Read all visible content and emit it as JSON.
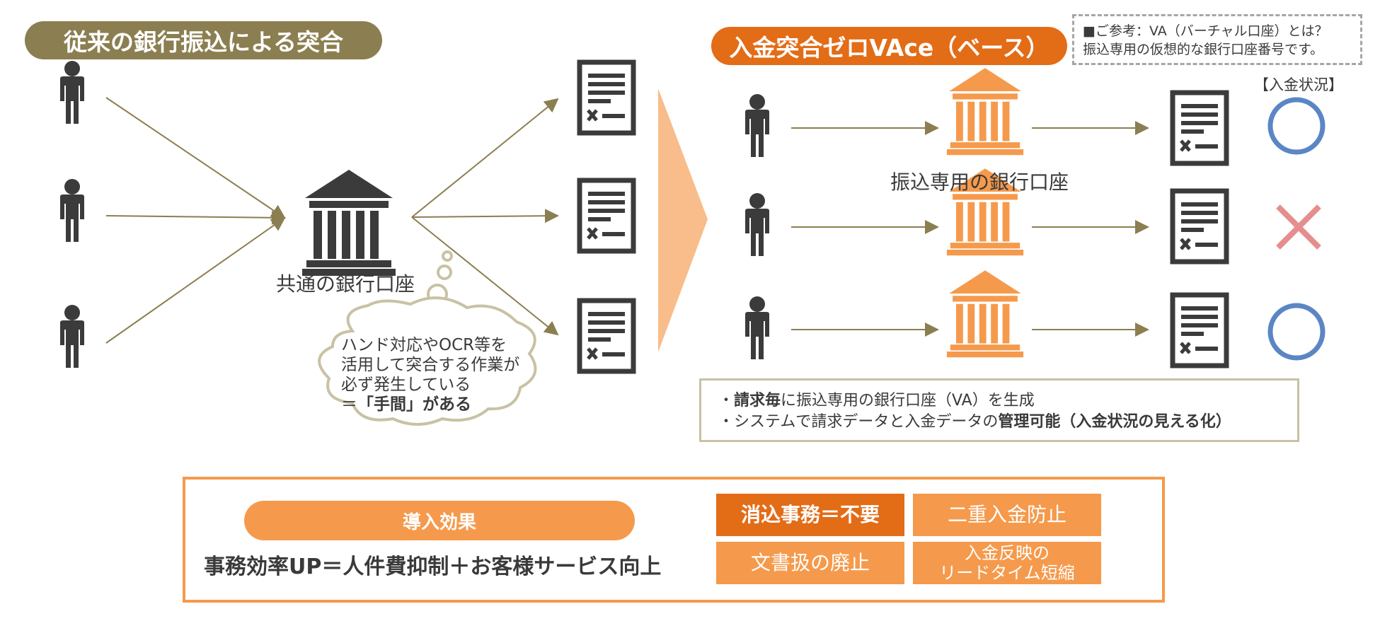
{
  "left": {
    "title": "従来の銀行振込による突合",
    "bank_label": "共通の銀行口座",
    "cloud_lines": [
      "ハンド対応やOCR等を",
      "活用して突合する作業が",
      "必ず発生している"
    ],
    "cloud_last_prefix": "＝",
    "cloud_last_bold": "「手間」がある"
  },
  "right": {
    "title": "入金突合ゼロVAce（ベース）",
    "account_label": "振込専用の銀行口座",
    "status_header": "【入金状況】",
    "statuses": [
      "ok",
      "ng",
      "ok"
    ],
    "bullet1": {
      "marker": "・",
      "bold": "請求毎",
      "rest": "に振込専用の銀行口座（VA）を生成"
    },
    "bullet2": {
      "marker": "・",
      "text": "システムで請求データと入金データの",
      "bold": "管理可能（入金状況の見える化）"
    }
  },
  "note": {
    "line1": "■ご参考：VA（バーチャル口座）とは？",
    "line2": "振込専用の仮想的な銀行口座番号です。"
  },
  "effect": {
    "header": "導入効果",
    "summary": "事務効率UP＝人件費抑制＋お客様サービス向上",
    "tiles": [
      "消込事務＝不要",
      "二重入金防止",
      "文書扱の廃止"
    ],
    "tile_multi": [
      "入金反映の",
      "リードタイム短縮"
    ]
  },
  "colors": {
    "olive": "#8b7e50",
    "orange_dark": "#e36c17",
    "orange": "#f59a4c",
    "orange_light": "#f8bd8a",
    "icon_gray": "#3b3b3b",
    "ok_blue": "#5b86c5",
    "ng_pink": "#e58e8e"
  }
}
